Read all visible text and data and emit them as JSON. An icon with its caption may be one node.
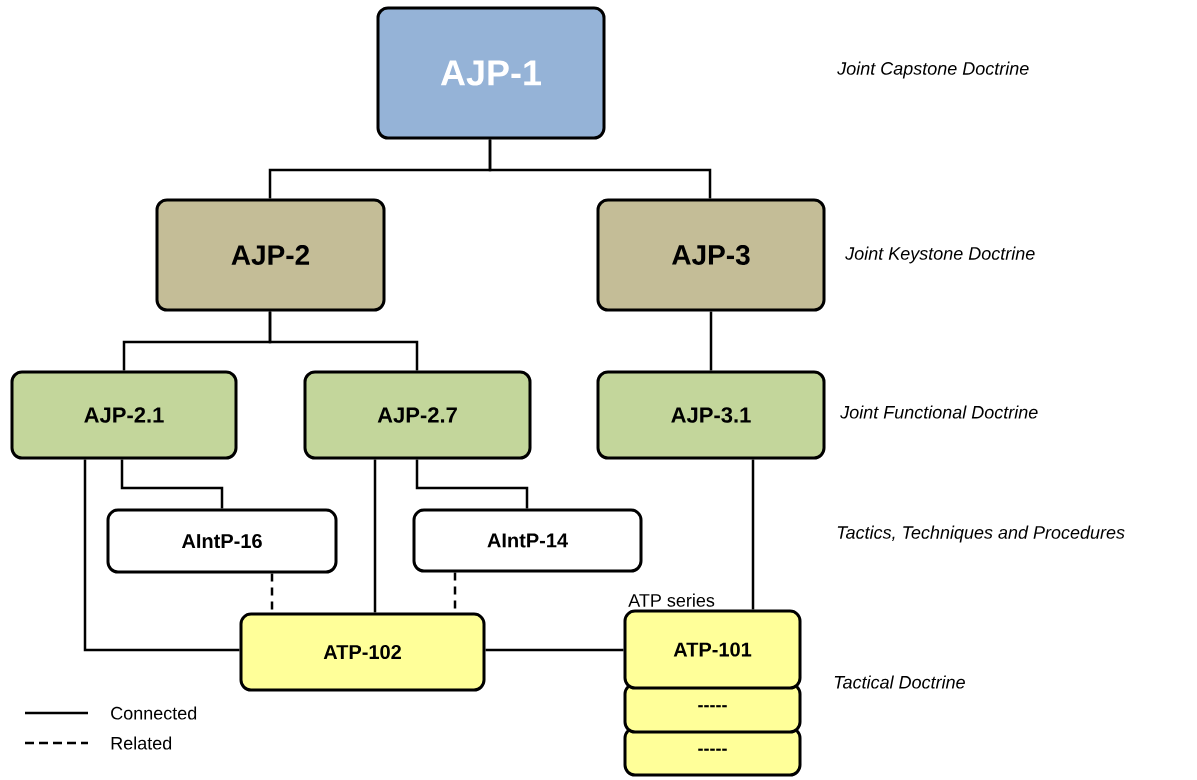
{
  "diagram": {
    "nodes": [
      {
        "text": [
          "AJP-1"
        ]
      },
      {
        "text": [
          "AJP-2"
        ]
      },
      {
        "text": [
          "AJP-3"
        ]
      },
      {
        "text": [
          "AJP-2.1"
        ]
      },
      {
        "text": [
          "AJP-2.7"
        ]
      },
      {
        "text": [
          "AJP-3.1"
        ]
      },
      {
        "text": [
          "AIntP-16"
        ]
      },
      {
        "text": [
          "AIntP-14"
        ]
      },
      {
        "text": [
          "ATP-102"
        ]
      },
      {
        "text": [
          "ATP-101"
        ],
        "beside": [
          "ATP series"
        ]
      },
      {
        "text": [
          "-----"
        ]
      },
      {
        "text": [
          "-----"
        ]
      }
    ],
    "edges": [
      {
        "from": 0,
        "to": 1,
        "arrow": "none"
      },
      {
        "from": 0,
        "to": 2,
        "arrow": "none"
      },
      {
        "from": 1,
        "to": 3,
        "arrow": "none"
      },
      {
        "from": 1,
        "to": 4,
        "arrow": "none"
      },
      {
        "from": 2,
        "to": 5,
        "arrow": "none"
      },
      {
        "from": 3,
        "to": 6,
        "arrow": "none"
      },
      {
        "from": 4,
        "to": 7,
        "arrow": "none"
      },
      {
        "from": 3,
        "to": 8,
        "arrow": "none"
      },
      {
        "from": 4,
        "to": 8,
        "arrow": "none"
      },
      {
        "from": 6,
        "to": 8,
        "arrow": "none",
        "style": "dashed"
      },
      {
        "from": 7,
        "to": 8,
        "arrow": "none",
        "style": "dashed"
      },
      {
        "from": 5,
        "to": 9,
        "arrow": "none"
      },
      {
        "from": 8,
        "to": 9,
        "arrow": "none"
      }
    ],
    "labels": [
      "Joint Capstone Doctrine",
      "Joint Keystone Doctrine",
      "Joint Functional Doctrine",
      "Tactics, Techniques and Procedures",
      "Tactical Doctrine"
    ],
    "legend": [
      {
        "text": "Connected"
      },
      {
        "text": "Related"
      }
    ]
  }
}
